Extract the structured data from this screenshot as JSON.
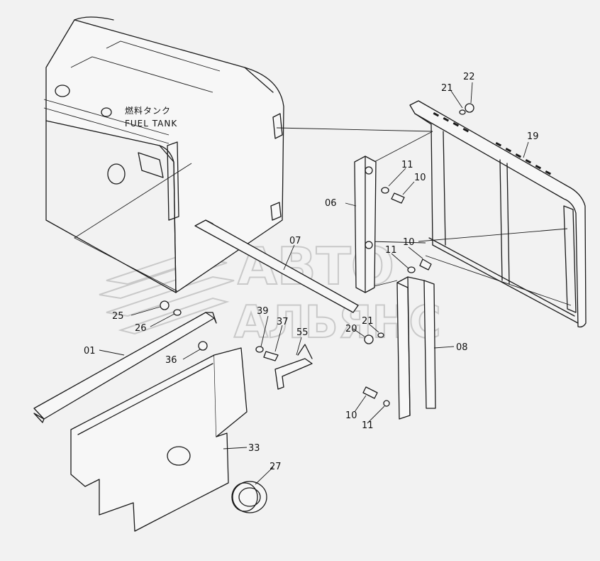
{
  "tank_label": {
    "jp": "燃料タンク",
    "en": "FUEL TANK"
  },
  "watermark": {
    "line1": "АВТО",
    "line2": "АЛЬЯНС"
  },
  "parts": [
    {
      "id": "22",
      "label": "22"
    },
    {
      "id": "21a",
      "label": "21"
    },
    {
      "id": "19",
      "label": "19"
    },
    {
      "id": "11a",
      "label": "11"
    },
    {
      "id": "10a",
      "label": "10"
    },
    {
      "id": "06",
      "label": "06"
    },
    {
      "id": "07",
      "label": "07"
    },
    {
      "id": "10b",
      "label": "10"
    },
    {
      "id": "11b",
      "label": "11"
    },
    {
      "id": "39",
      "label": "39"
    },
    {
      "id": "25",
      "label": "25"
    },
    {
      "id": "26",
      "label": "26"
    },
    {
      "id": "37",
      "label": "37"
    },
    {
      "id": "55",
      "label": "55"
    },
    {
      "id": "21b",
      "label": "21"
    },
    {
      "id": "20",
      "label": "20"
    },
    {
      "id": "08",
      "label": "08"
    },
    {
      "id": "01",
      "label": "01"
    },
    {
      "id": "36",
      "label": "36"
    },
    {
      "id": "10c",
      "label": "10"
    },
    {
      "id": "11c",
      "label": "11"
    },
    {
      "id": "33",
      "label": "33"
    },
    {
      "id": "27",
      "label": "27"
    }
  ]
}
